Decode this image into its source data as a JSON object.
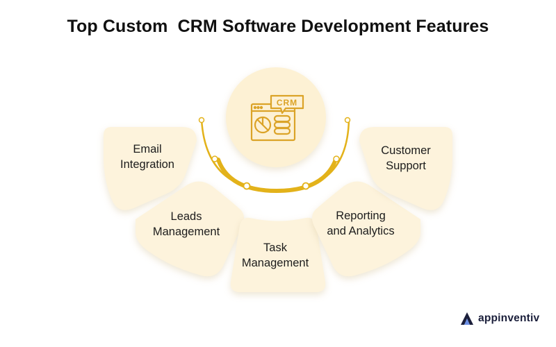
{
  "title": "Top Custom  CRM Software Development Features",
  "center": {
    "badge_text": "CRM",
    "icon": "crm-dashboard-icon"
  },
  "features": [
    {
      "line1": "Email",
      "line2": "Integration"
    },
    {
      "line1": "Leads",
      "line2": "Management"
    },
    {
      "line1": "Task",
      "line2": "Management"
    },
    {
      "line1": "Reporting",
      "line2": "and Analytics"
    },
    {
      "line1": "Customer",
      "line2": "Support"
    }
  ],
  "brand": {
    "name": "appinventiv",
    "icon": "appinventiv-logo-icon"
  },
  "colors": {
    "card_fill": "#fdf3dc",
    "circle_fill": "#fdf1d4",
    "accent": "#e3b21a",
    "icon_stroke": "#dba327",
    "text": "#1c1c1c"
  }
}
